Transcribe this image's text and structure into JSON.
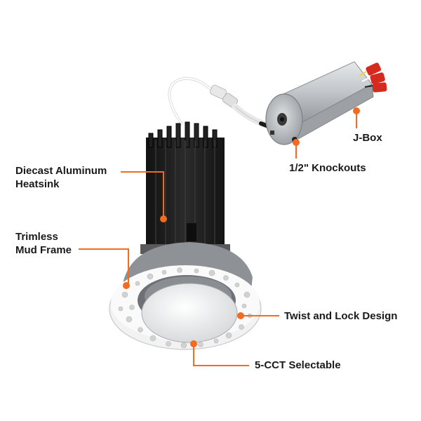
{
  "callouts": {
    "heatsink": [
      "Diecast Aluminum",
      "Heatsink"
    ],
    "mud_frame": [
      "Trimless",
      "Mud Frame"
    ],
    "knockouts": "1/2\" Knockouts",
    "jbox": "J-Box",
    "twist_lock": "Twist and Lock Design",
    "cct": "5-CCT Selectable"
  },
  "colors": {
    "accent": "#f26b21",
    "label_text": "#1a1a1a",
    "heatsink": "#1c1c1c",
    "trim": "#f2f2f2",
    "housing": "#b8bcc0",
    "wire_connector": "#d62a1e"
  }
}
